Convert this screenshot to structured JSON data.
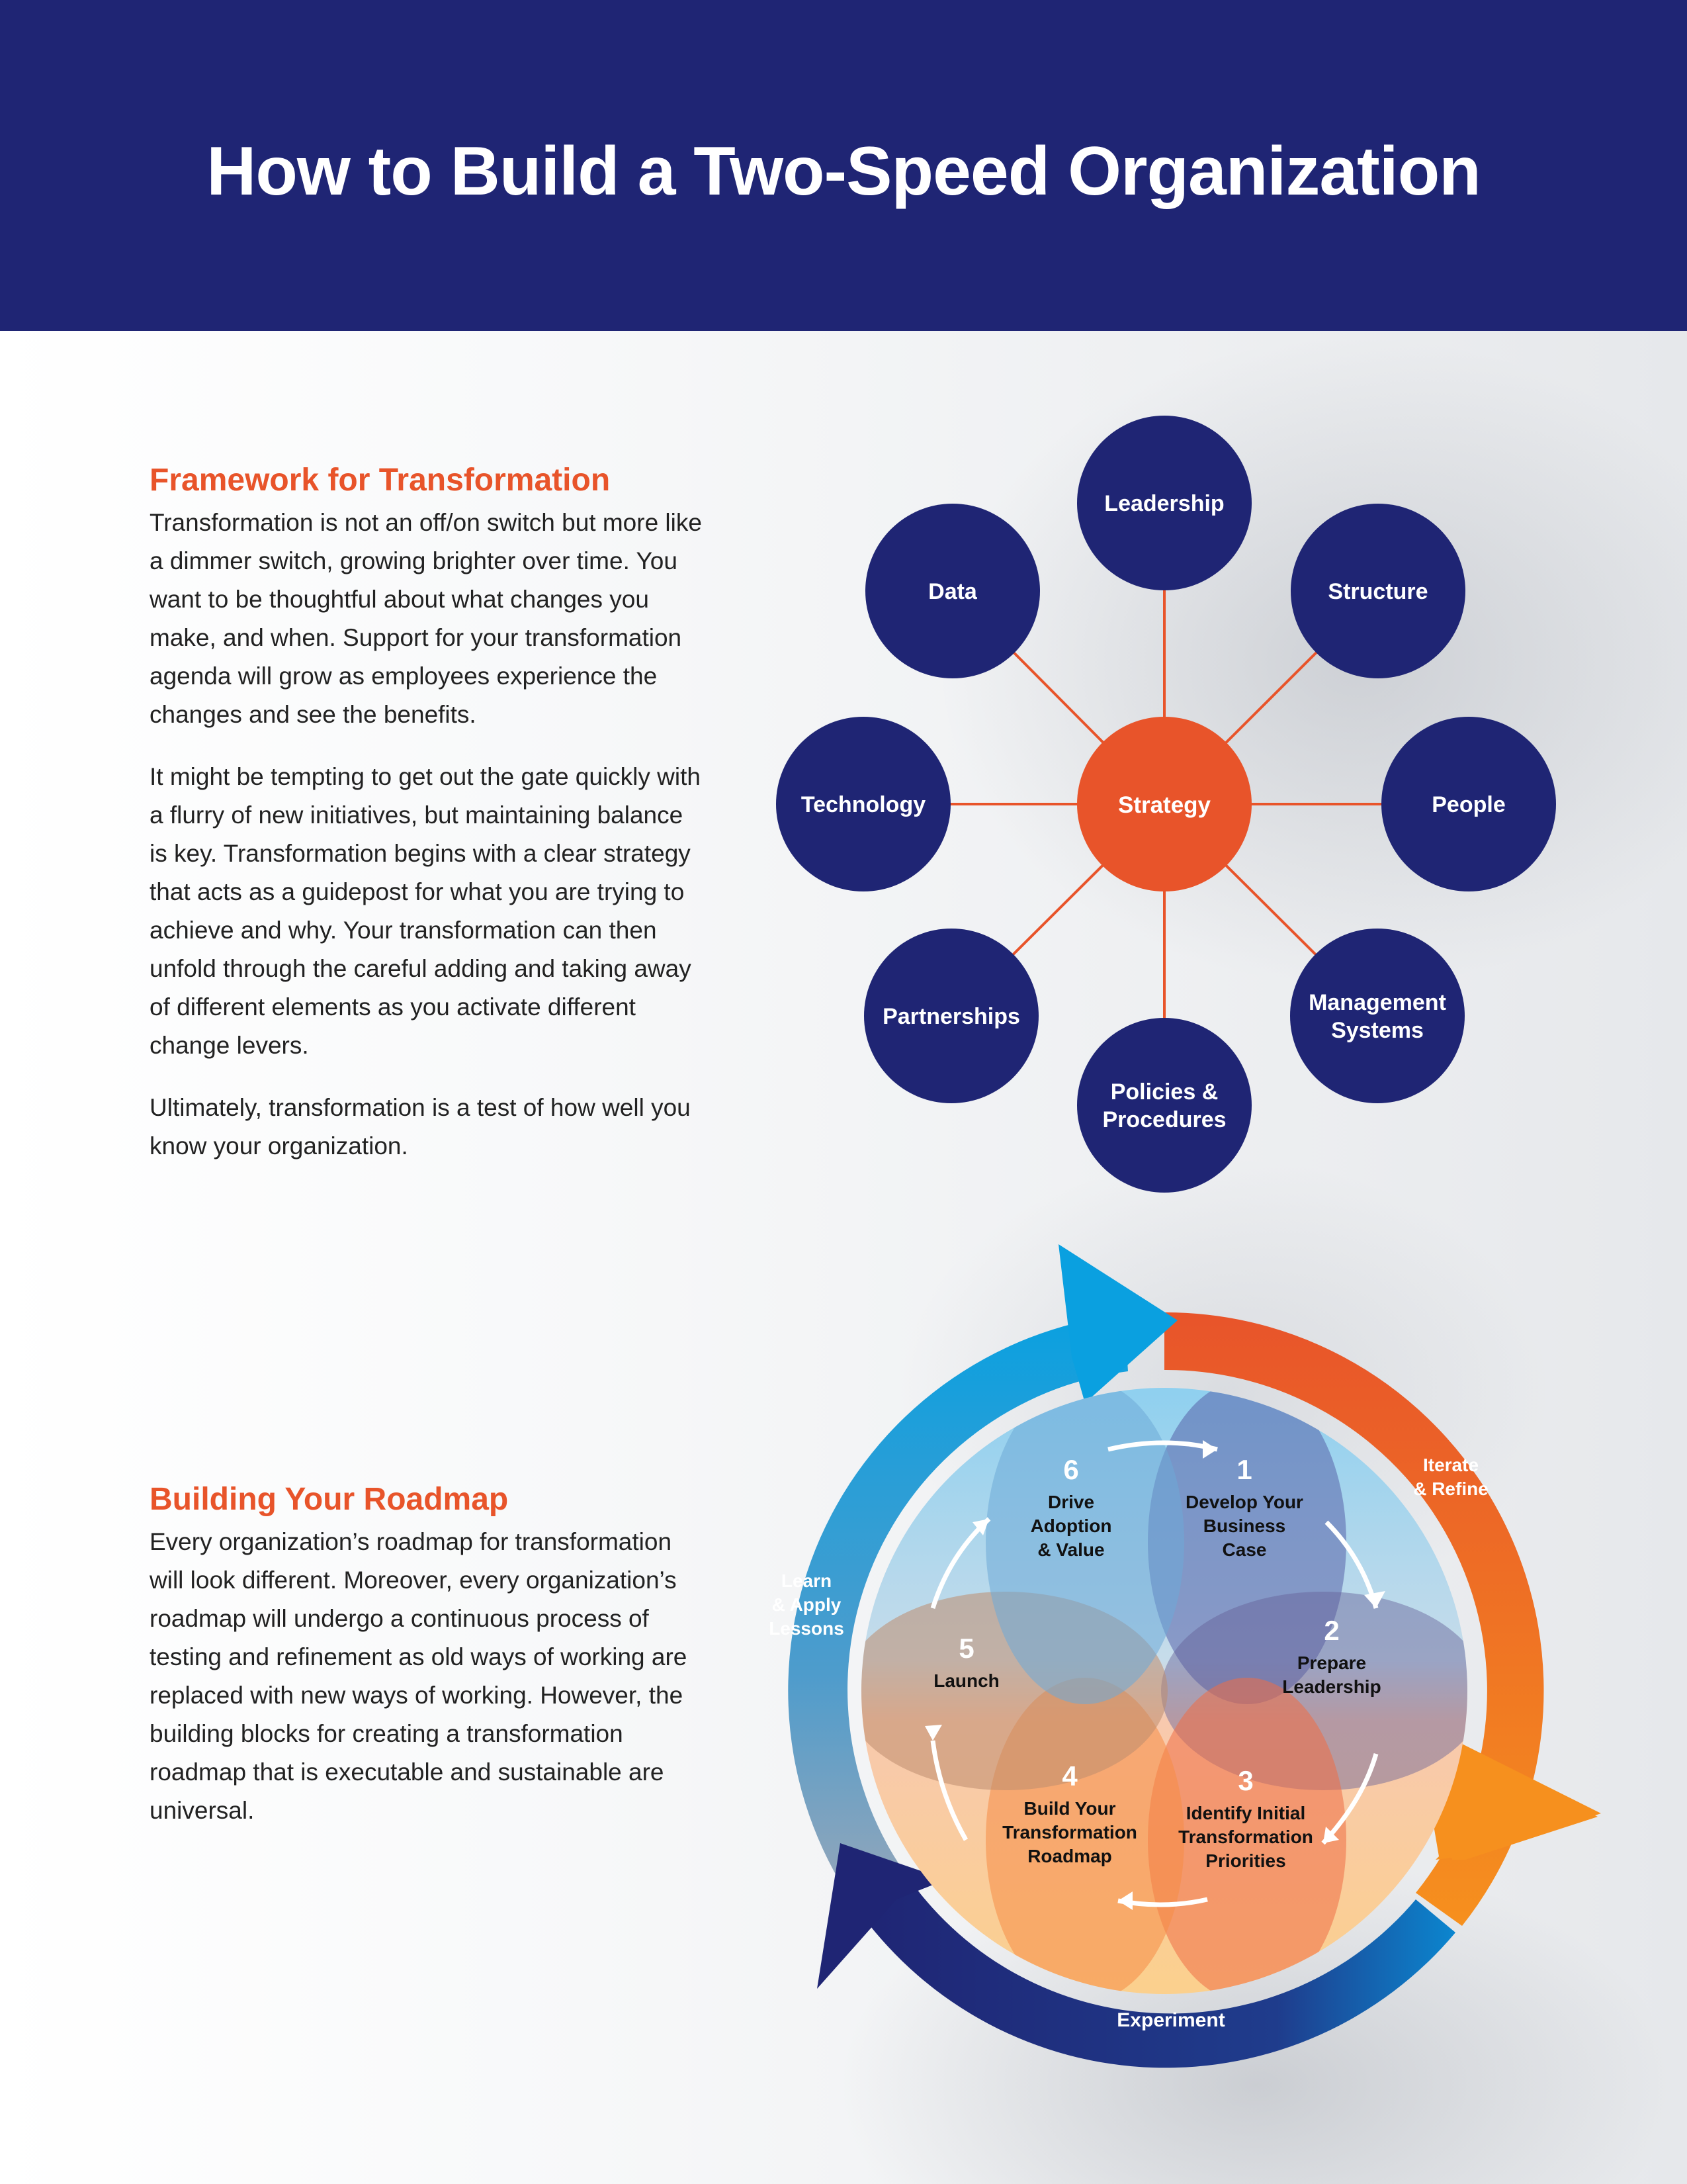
{
  "title": "How to Build a Two-Speed Organization",
  "framework": {
    "heading": "Framework for Transformation",
    "paragraphs": [
      "Transformation is not an off/on switch but more like a dimmer switch, growing brighter over time. You want to be thoughtful about what changes you make, and when. Support for your transformation agenda will grow as employees experience the changes and see the benefits.",
      "It might be tempting to get out the gate quickly with a flurry of new initiatives, but maintaining balance is key. Transformation begins with a clear strategy that acts as a guidepost for what you are trying to achieve and why. Your transformation can then unfold through the careful adding and taking away of different elements as you activate different change levers.",
      "Ultimately, transformation is a test of how well you know your organization."
    ]
  },
  "roadmap": {
    "heading": "Building Your Roadmap",
    "paragraphs": [
      "Every organization’s roadmap for transformation will look different. Moreover, every organization’s roadmap will undergo a continuous process of testing and refinement as old ways of working are replaced with new ways of working. However, the building blocks for creating a transformation roadmap that is executable and sustainable are universal."
    ]
  },
  "levers": {
    "center": "Strategy",
    "nodes": [
      {
        "lines": [
          "Leadership"
        ]
      },
      {
        "lines": [
          "Structure"
        ]
      },
      {
        "lines": [
          "People"
        ]
      },
      {
        "lines": [
          "Management",
          "Systems"
        ]
      },
      {
        "lines": [
          "Policies &",
          "Procedures"
        ]
      },
      {
        "lines": [
          "Partnerships"
        ]
      },
      {
        "lines": [
          "Technology"
        ]
      },
      {
        "lines": [
          "Data"
        ]
      }
    ]
  },
  "cycle": {
    "outer_labels": {
      "iterate": [
        "Iterate",
        "& Refine"
      ],
      "learn": [
        "Learn",
        "& Apply",
        "Lessons"
      ],
      "experiment": [
        "Experiment"
      ]
    },
    "steps": [
      {
        "number": "1",
        "lines": [
          "Develop Your",
          "Business",
          "Case"
        ]
      },
      {
        "number": "2",
        "lines": [
          "Prepare",
          "Leadership"
        ]
      },
      {
        "number": "3",
        "lines": [
          "Identify Initial",
          "Transformation",
          "Priorities"
        ]
      },
      {
        "number": "4",
        "lines": [
          "Build Your",
          "Transformation",
          "Roadmap"
        ]
      },
      {
        "number": "5",
        "lines": [
          "Launch"
        ]
      },
      {
        "number": "6",
        "lines": [
          "Drive",
          "Adoption",
          "& Value"
        ]
      }
    ]
  },
  "colors": {
    "navy": "#1f2574",
    "orange": "#e8542a",
    "blue": "#0aa0e0",
    "text": "#222222"
  }
}
